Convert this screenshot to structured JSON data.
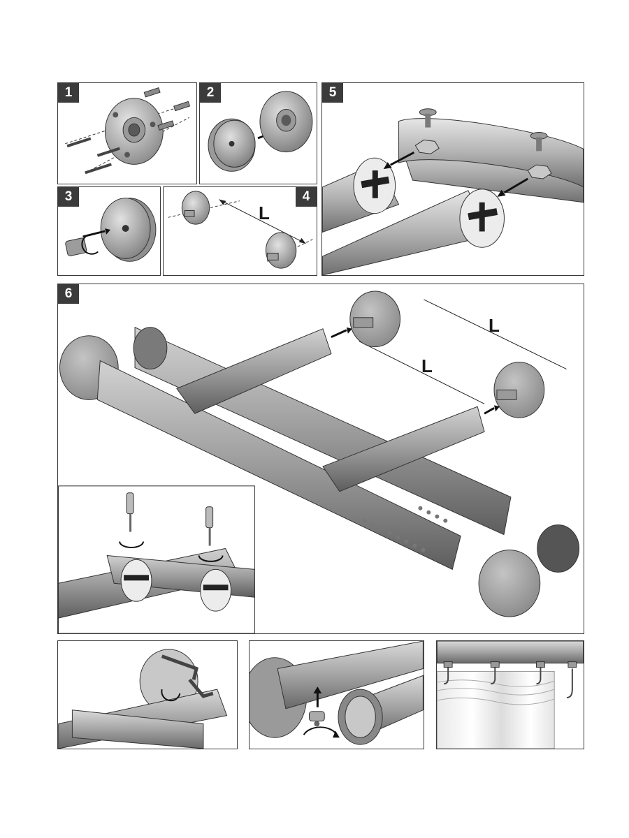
{
  "steps": {
    "s1": "1",
    "s2": "2",
    "s3": "3",
    "s4": "4",
    "s5": "5",
    "s6": "6"
  },
  "dimension_label": "L",
  "colors": {
    "outline": "#3a3a3a",
    "badge": "#3b3b3b",
    "metal_light": "#d8d8d8",
    "metal_mid": "#a9a9a9",
    "metal_dark": "#6e6e6e",
    "arrow": "#1a1a1a"
  }
}
